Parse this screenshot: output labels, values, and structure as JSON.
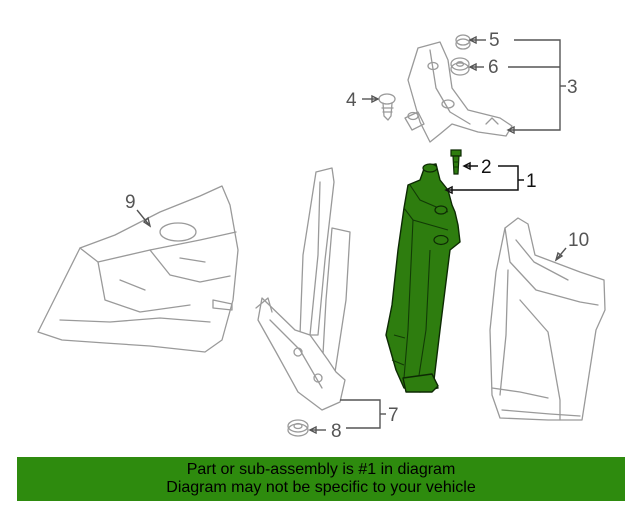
{
  "callouts": {
    "c1": "1",
    "c2": "2",
    "c3": "3",
    "c4": "4",
    "c5": "5",
    "c6": "6",
    "c7": "7",
    "c8": "8",
    "c9": "9",
    "c10": "10"
  },
  "banner": {
    "line1": "Part or sub-assembly is #1 in diagram",
    "line2": "Diagram may not be specific to your vehicle"
  },
  "colors": {
    "highlight": "#2e7d0f",
    "banner": "#2e8b0e"
  }
}
